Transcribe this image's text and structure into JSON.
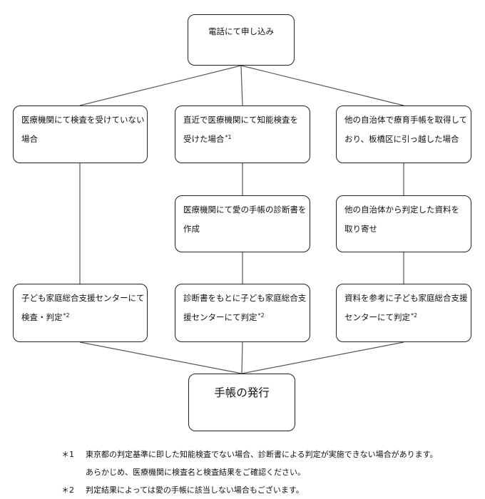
{
  "diagram": {
    "start": {
      "label": "電話にて申し込み"
    },
    "branches": [
      {
        "step1": {
          "lines": [
            "医療機関にて検査を受けていない",
            "場合"
          ],
          "sup": ""
        },
        "step3": {
          "lines": [
            "子ども家庭総合支援センターにて",
            "検査・判定"
          ],
          "sup": "*2"
        }
      },
      {
        "step1": {
          "lines": [
            "直近で医療機関にて知能検査を",
            "受けた場合"
          ],
          "sup": "*1"
        },
        "step2": {
          "lines": [
            "医療機関にて愛の手帳の診断書を",
            "作成"
          ]
        },
        "step3": {
          "lines": [
            "診断書をもとに子ども家庭総合支",
            "援センターにて判定"
          ],
          "sup": "*2"
        }
      },
      {
        "step1": {
          "lines": [
            "他の自治体で療育手帳を取得して",
            "おり、板橋区に引っ越した場合"
          ],
          "sup": ""
        },
        "step2": {
          "lines": [
            "他の自治体から判定した資料を",
            "取り寄せ"
          ]
        },
        "step3": {
          "lines": [
            "資料を参考に子ども家庭総合支援",
            "センターにて判定"
          ],
          "sup": "*2"
        }
      }
    ],
    "end": {
      "label": "手帳の発行"
    }
  },
  "notes": [
    {
      "mark": "＊1",
      "text": "東京都の判定基準に即した知能検査でない場合、診断書による判定が実施できない場合があります。",
      "continuation": "あらかじめ、医療機関に検査名と検査結果をご確認ください。"
    },
    {
      "mark": "＊2",
      "text": "判定結果によっては愛の手帳に該当しない場合もございます。"
    }
  ]
}
